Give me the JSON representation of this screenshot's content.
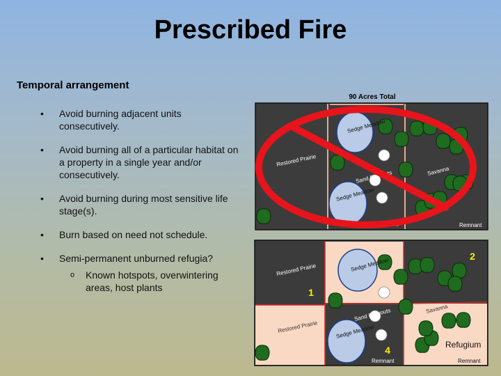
{
  "slide": {
    "title": "Prescribed Fire",
    "subtitle": "Temporal arrangement",
    "bullets": [
      "Avoid burning adjacent units consecutively.",
      "Avoid burning all of a particular habitat on a property in a single year and/or consecutively.",
      "Avoid burning during most sensitive life stage(s).",
      "Burn based on need not schedule.",
      "Semi-permanent unburned refugia?"
    ],
    "sub_bullet": "Known hotspots, overwintering areas, host plants",
    "bullet_glyph": "•",
    "sub_bullet_glyph": "o"
  },
  "map_top": {
    "caption": "90 Acres Total",
    "labels": {
      "restored_prairie": "Restored Prairie",
      "sedge_meadow_1": "Sedge Meadow",
      "sedge_meadow_2": "Sedge Meadow",
      "sand_blowouts": "Sand Blowouts",
      "savanna": "Savanna",
      "remnant_1": "Remnant",
      "remnant_2": "Remnant"
    },
    "prohibition_color": "#e8141b"
  },
  "map_bottom": {
    "labels": {
      "restored_prairie_1": "Restored Prairie",
      "restored_prairie_2": "Restored Prairie",
      "sedge_meadow_1": "Sedge Meadow",
      "sedge_meadow_2": "Sedge Meadow",
      "sand_blowouts": "Sand Blowouts",
      "savanna": "Savanna",
      "refugium": "Refugium",
      "remnant_1": "Remnant",
      "remnant_2": "Remnant"
    },
    "unit_numbers": [
      "1",
      "2",
      "4"
    ],
    "colors": {
      "burned": "#3b3b3b",
      "unburned": "#f9d8c4",
      "boundary": "#d62a2a",
      "number": "#ffee00",
      "tree": "#1f6b1f",
      "meadow": "#b9cbe6"
    }
  }
}
